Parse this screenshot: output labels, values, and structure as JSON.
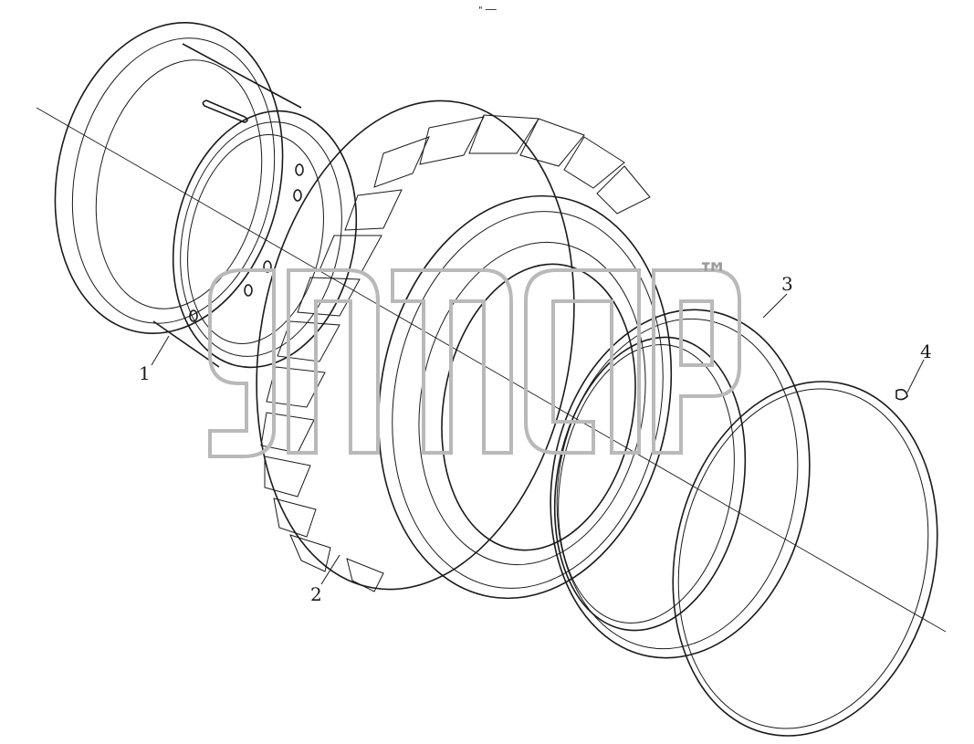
{
  "diagram": {
    "type": "exploded-parts-drawing",
    "top_mark": "\" ──",
    "callouts": [
      {
        "id": "1"
      },
      {
        "id": "2"
      },
      {
        "id": "3"
      },
      {
        "id": "4"
      }
    ],
    "watermark": {
      "trademark": "™"
    },
    "colors": {
      "line": "#1a1a1a",
      "watermark": "#b9b9b9",
      "background": "#ffffff"
    }
  }
}
